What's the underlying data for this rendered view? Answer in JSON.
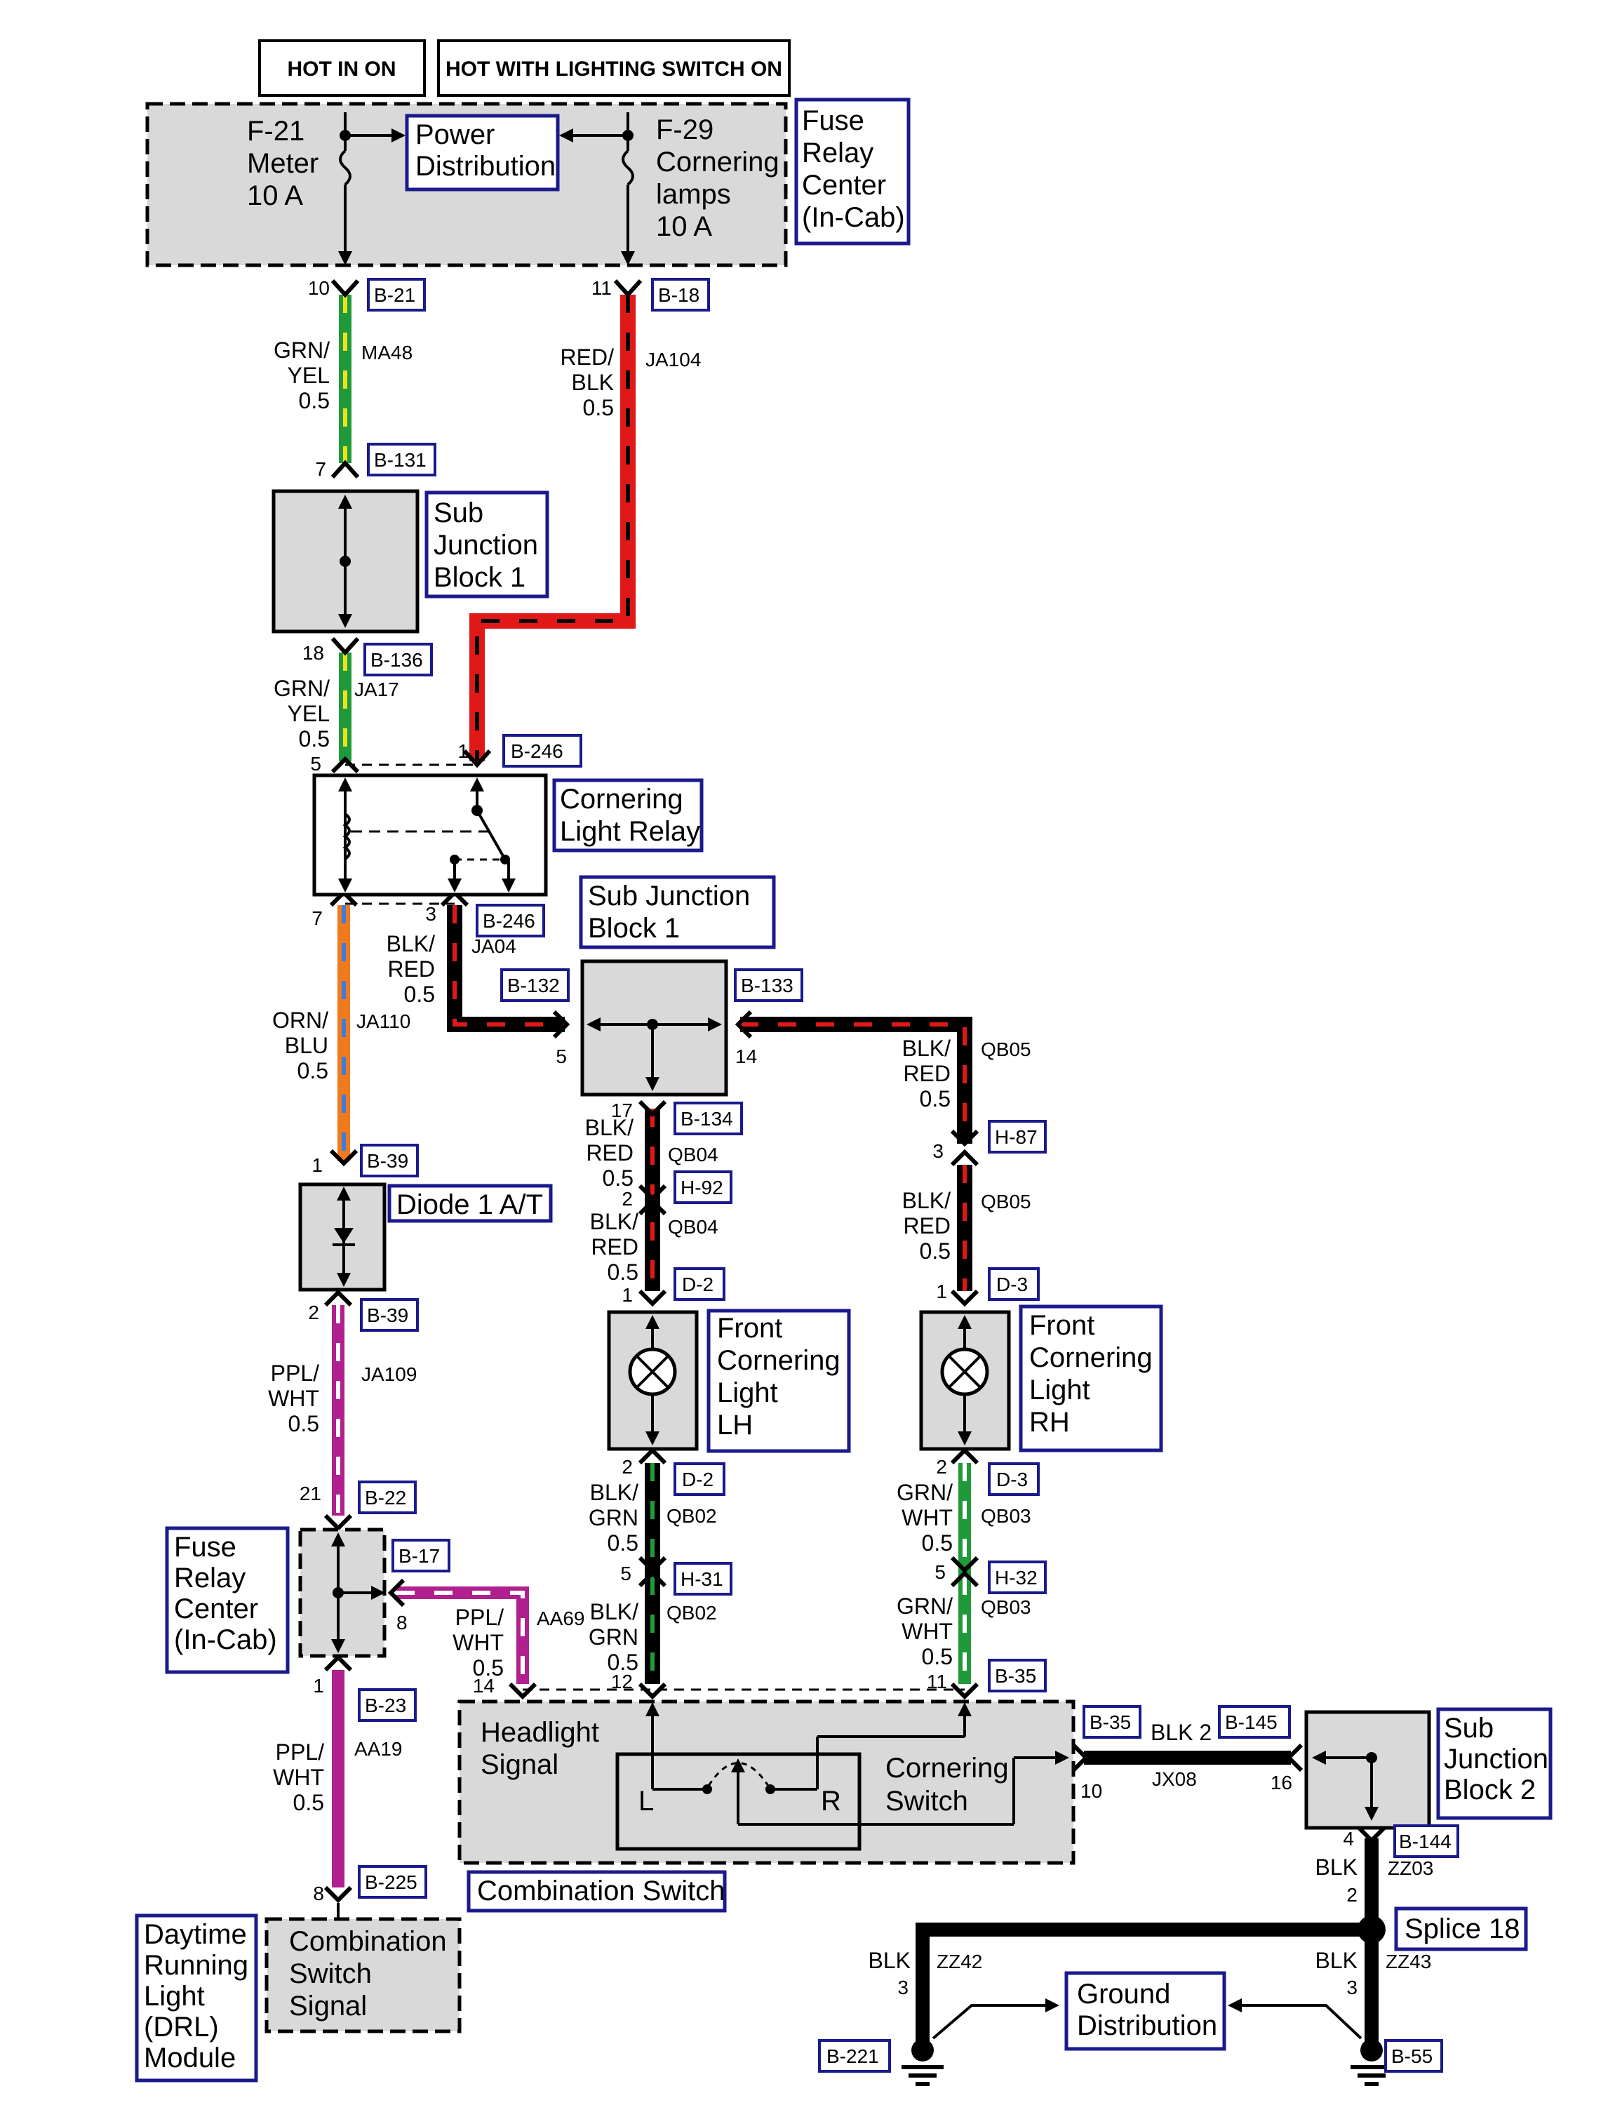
{
  "headers": {
    "hot_in_on": "HOT IN ON",
    "hot_lighting": "HOT WITH LIGHTING SWITCH ON"
  },
  "fuse_center": {
    "f21": [
      "F-21",
      "Meter",
      "10 A"
    ],
    "power_distribution": [
      "Power",
      "Distribution"
    ],
    "f29": [
      "F-29",
      "Cornering",
      "lamps",
      "10 A"
    ],
    "label": [
      "Fuse",
      "Relay",
      "Center",
      "(In-Cab)"
    ]
  },
  "components": {
    "sjb1_top": [
      "Sub",
      "Junction",
      "Block 1"
    ],
    "cornering_relay": [
      "Cornering",
      "Light Relay"
    ],
    "sjb1_mid": [
      "Sub Junction",
      "Block 1"
    ],
    "diode": "Diode 1 A/T",
    "front_lh": [
      "Front",
      "Cornering",
      "Light",
      "LH"
    ],
    "front_rh": [
      "Front",
      "Cornering",
      "Light",
      "RH"
    ],
    "fuse_relay_low": [
      "Fuse",
      "Relay",
      "Center",
      "(In-Cab)"
    ],
    "headlight_signal": [
      "Headlight",
      "Signal"
    ],
    "cornering_switch": [
      "Cornering",
      "Switch"
    ],
    "switch_L": "L",
    "switch_R": "R",
    "combination_switch": "Combination Switch",
    "sjb2": [
      "Sub",
      "Junction",
      "Block 2"
    ],
    "splice18": "Splice 18",
    "ground_distribution": [
      "Ground",
      "Distribution"
    ],
    "drl_module": [
      "Daytime",
      "Running",
      "Light",
      "(DRL)",
      "Module"
    ],
    "combo_signal": [
      "Combination",
      "Switch",
      "Signal"
    ]
  },
  "connectors": {
    "b21": "B-21",
    "b18": "B-18",
    "b131": "B-131",
    "b136": "B-136",
    "b246a": "B-246",
    "b246b": "B-246",
    "b132": "B-132",
    "b133": "B-133",
    "b134": "B-134",
    "h87": "H-87",
    "h92": "H-92",
    "b39a": "B-39",
    "b39b": "B-39",
    "d2a": "D-2",
    "d3a": "D-3",
    "d2b": "D-2",
    "d3b": "D-3",
    "b22": "B-22",
    "b17": "B-17",
    "h31": "H-31",
    "h32": "H-32",
    "b35a": "B-35",
    "b23": "B-23",
    "b35b": "B-35",
    "b145": "B-145",
    "b144": "B-144",
    "b225": "B-225",
    "b221": "B-221",
    "b55": "B-55"
  },
  "pins": {
    "p10": "10",
    "p11": "11",
    "p7": "7",
    "p18": "18",
    "p5": "5",
    "p1": "1",
    "p7b": "7",
    "p3": "3",
    "p5b": "5",
    "p14": "14",
    "p17": "17",
    "p3b": "3",
    "p2": "2",
    "p1b": "1",
    "p1c": "1",
    "p1d": "1",
    "p2b": "2",
    "p2c": "2",
    "p2d": "2",
    "p21": "21",
    "p8": "8",
    "p5c": "5",
    "p5d": "5",
    "p1e": "1",
    "p14b": "14",
    "p12": "12",
    "p11b": "11",
    "p10b": "10",
    "p16": "16",
    "p4": "4",
    "p2e": "2",
    "p8b": "8",
    "p3c": "3",
    "p3d": "3"
  },
  "wires": {
    "ma48": {
      "color": [
        "GRN/",
        "YEL",
        "0.5"
      ],
      "circuit": "MA48"
    },
    "ja104": {
      "color": [
        "RED/",
        "BLK",
        "0.5"
      ],
      "circuit": "JA104"
    },
    "ja17": {
      "color": [
        "GRN/",
        "YEL",
        "0.5"
      ],
      "circuit": "JA17"
    },
    "ja04": {
      "color": [
        "BLK/",
        "RED",
        "0.5"
      ],
      "circuit": "JA04"
    },
    "ja110": {
      "color": [
        "ORN/",
        "BLU",
        "0.5"
      ],
      "circuit": "JA110"
    },
    "qb05a": {
      "color": [
        "BLK/",
        "RED",
        "0.5"
      ],
      "circuit": "QB05"
    },
    "qb04a": {
      "color": [
        "BLK/",
        "RED",
        "0.5"
      ],
      "circuit": "QB04"
    },
    "qb05b": {
      "color": [
        "BLK/",
        "RED",
        "0.5"
      ],
      "circuit": "QB05"
    },
    "qb04b": {
      "color": [
        "BLK/",
        "RED",
        "0.5"
      ],
      "circuit": "QB04"
    },
    "ja109": {
      "color": [
        "PPL/",
        "WHT",
        "0.5"
      ],
      "circuit": "JA109"
    },
    "qb02a": {
      "color": [
        "BLK/",
        "GRN",
        "0.5"
      ],
      "circuit": "QB02"
    },
    "qb03a": {
      "color": [
        "GRN/",
        "WHT",
        "0.5"
      ],
      "circuit": "QB03"
    },
    "aa69": {
      "color": [
        "PPL/",
        "WHT",
        "0.5"
      ],
      "circuit": "AA69"
    },
    "qb02b": {
      "color": [
        "BLK/",
        "GRN",
        "0.5"
      ],
      "circuit": "QB02"
    },
    "qb03b": {
      "color": [
        "GRN/",
        "WHT",
        "0.5"
      ],
      "circuit": "QB03"
    },
    "aa19": {
      "color": [
        "PPL/",
        "WHT",
        "0.5"
      ],
      "circuit": "AA19"
    },
    "jx08": {
      "color": "BLK 2",
      "circuit": "JX08"
    },
    "zz03": {
      "color": [
        "BLK",
        "2"
      ],
      "circuit": "ZZ03"
    },
    "zz42": {
      "color": [
        "BLK",
        "3"
      ],
      "circuit": "ZZ42"
    },
    "zz43": {
      "color": [
        "BLK",
        "3"
      ],
      "circuit": "ZZ43"
    }
  },
  "colors": {
    "grn": "#1f9a3a",
    "yel": "#f0e020",
    "red": "#e01818",
    "blk": "#000000",
    "orn": "#f07a1e",
    "blu": "#3a7ee0",
    "ppl": "#b0208e",
    "wht": "#ffffff",
    "navy": "#1a1a8c",
    "block_fill": "#d9d9d9"
  }
}
